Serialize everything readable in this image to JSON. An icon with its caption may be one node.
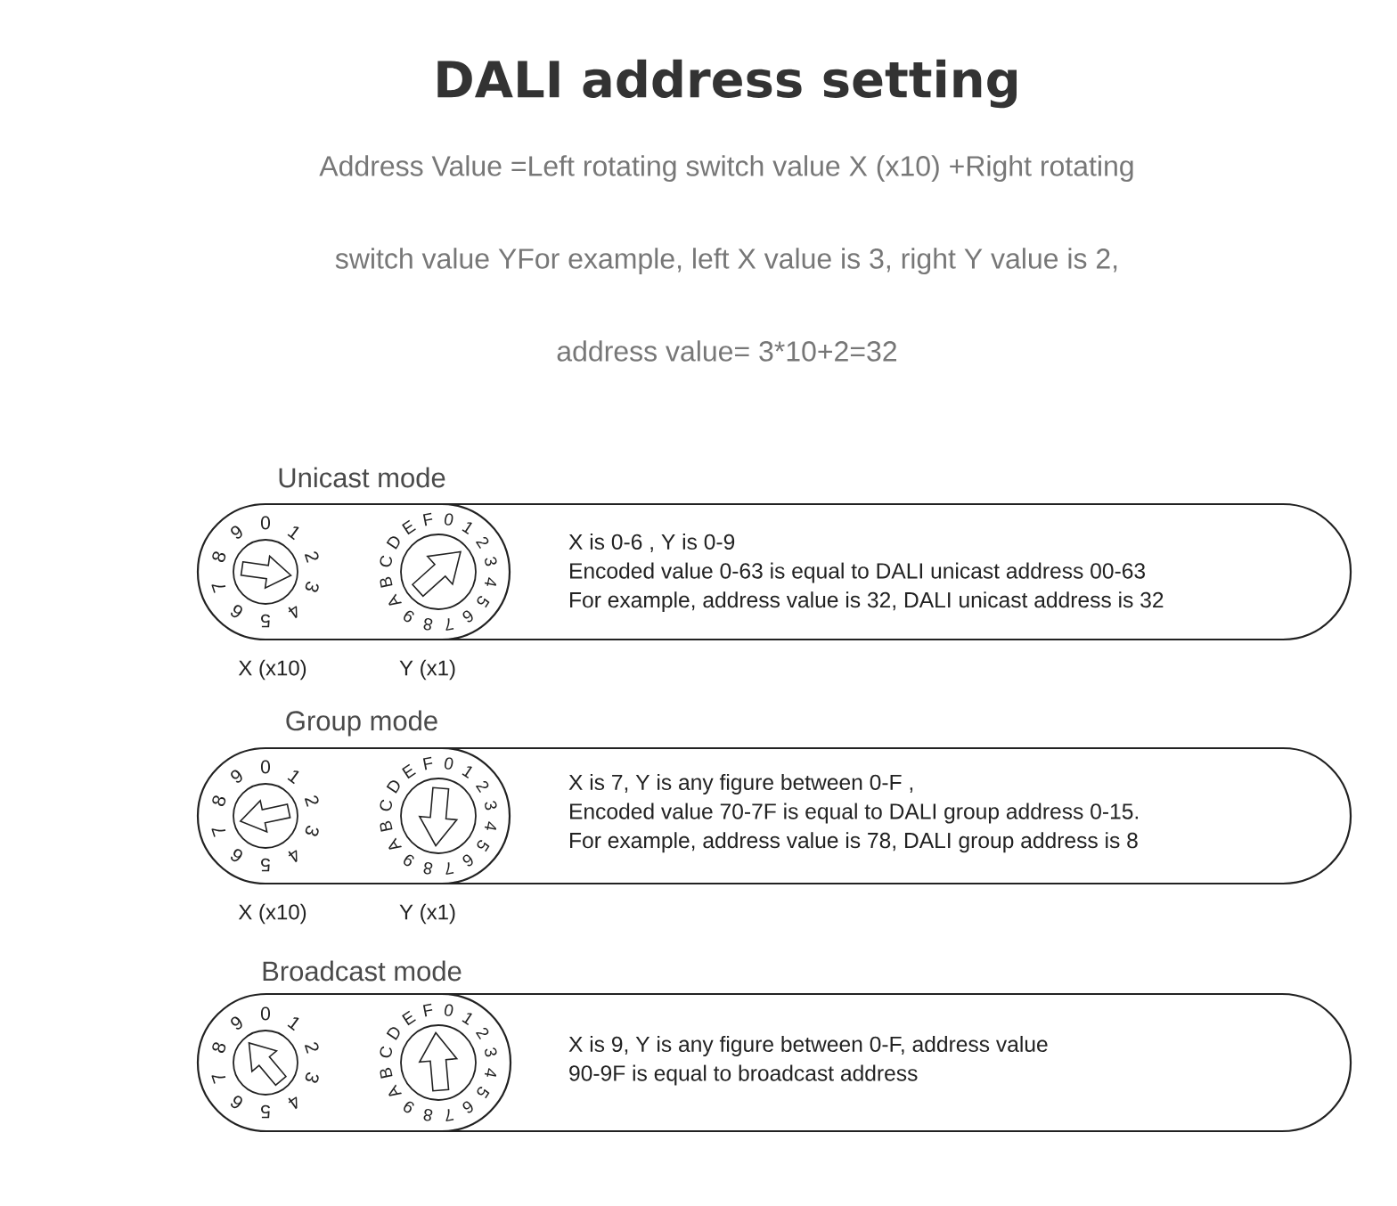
{
  "diagram": {
    "title": "DALI address setting",
    "nodes": [
      {
        "text": [
          "Unicast mode",
          "X is 0-6 , Y is 0-9",
          "Encoded value 0-63 is equal to DALI unicast address 00-63",
          "For example, address value is 32, DALI unicast address is 32"
        ]
      },
      {
        "text": [
          "0",
          "1",
          "2",
          "3",
          "4",
          "5",
          "6",
          "7",
          "8",
          "9"
        ],
        "in": 0,
        "beside": [
          "X (x10)"
        ]
      },
      {
        "text": [
          "0",
          "1",
          "2",
          "3",
          "4",
          "5",
          "6",
          "7",
          "8",
          "9",
          "A",
          "B",
          "C",
          "D",
          "E",
          "F"
        ],
        "in": 0,
        "beside": [
          "Y (x1)"
        ]
      },
      {
        "text": [
          "Group mode",
          "X is 7, Y is any figure between 0-F ,",
          "Encoded value 70-7F is equal to DALI group address 0-15.",
          "For example, address value is 78, DALI group address is 8"
        ]
      },
      {
        "text": [
          "0",
          "1",
          "2",
          "3",
          "4",
          "5",
          "6",
          "7",
          "8",
          "9"
        ],
        "in": 3,
        "beside": [
          "X (x10)"
        ]
      },
      {
        "text": [
          "0",
          "1",
          "2",
          "3",
          "4",
          "5",
          "6",
          "7",
          "8",
          "9",
          "A",
          "B",
          "C",
          "D",
          "E",
          "F"
        ],
        "in": 3,
        "beside": [
          "Y (x1)"
        ]
      },
      {
        "text": [
          "Broadcast mode",
          "X is 9, Y is any figure between 0-F, address value 90-9F is equal to broadcast address"
        ]
      },
      {
        "text": [
          "0",
          "1",
          "2",
          "3",
          "4",
          "5",
          "6",
          "7",
          "8",
          "9"
        ],
        "in": 6
      },
      {
        "text": [
          "0",
          "1",
          "2",
          "3",
          "4",
          "5",
          "6",
          "7",
          "8",
          "9",
          "A",
          "B",
          "C",
          "D",
          "E",
          "F"
        ],
        "in": 6
      }
    ],
    "labels": [
      "Address Value =Left rotating switch value X (x10) +Right rotating switch value YFor example, left X value is 3, right Y value is 2, address value= 3*10+2=32"
    ]
  }
}
